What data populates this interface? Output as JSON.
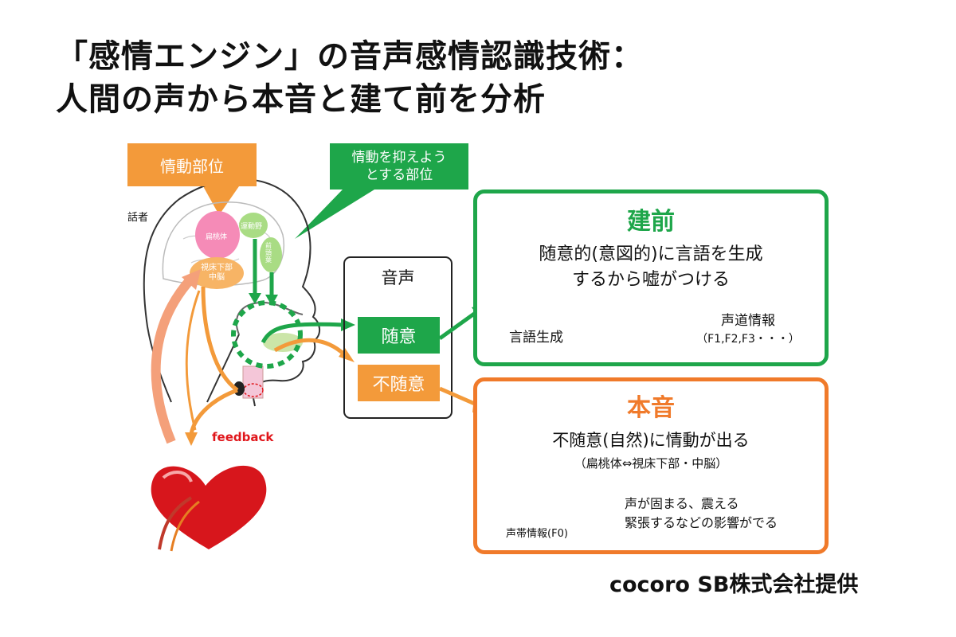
{
  "title": {
    "line1": "「感情エンジン」の音声感情認識技術：",
    "line2": "人間の声から本音と建て前を分析"
  },
  "callouts": {
    "emotion_region": "情動部位",
    "suppress_region_line1": "情動を抑えよう",
    "suppress_region_line2": "とする部位"
  },
  "head": {
    "speaker": "話者",
    "amygdala": "扁桃体",
    "motor_area": "運動野",
    "prefrontal": "前頭葉",
    "hypothalamus_line1": "視床下部",
    "hypothalamus_line2": "中脳",
    "feedback": "feedback"
  },
  "voice": {
    "title": "音声",
    "voluntary": "随意",
    "involuntary": "不随意"
  },
  "tatemae": {
    "heading": "建前",
    "desc_line1": "随意的(意図的)に言語を生成",
    "desc_line2": "するから嘘がつける",
    "flow_from": "言語生成",
    "flow_to": "声道情報",
    "flow_to_sub": "（F1,F2,F3・・・）"
  },
  "honne": {
    "heading": "本音",
    "desc_line1": "不随意(自然)に情動が出る",
    "desc_line2": "（扁桃体⇔視床下部・中脳）",
    "vocal_label": "声帯情報(F0)",
    "effect_line1": "声が固まる、震える",
    "effect_line2": "緊張するなどの影響がでる"
  },
  "credit": "cocoro SB株式会社提供",
  "colors": {
    "orange": "#f39a3a",
    "orange_border": "#f07a2a",
    "green": "#1ea64a",
    "red_text": "#e0161b"
  }
}
